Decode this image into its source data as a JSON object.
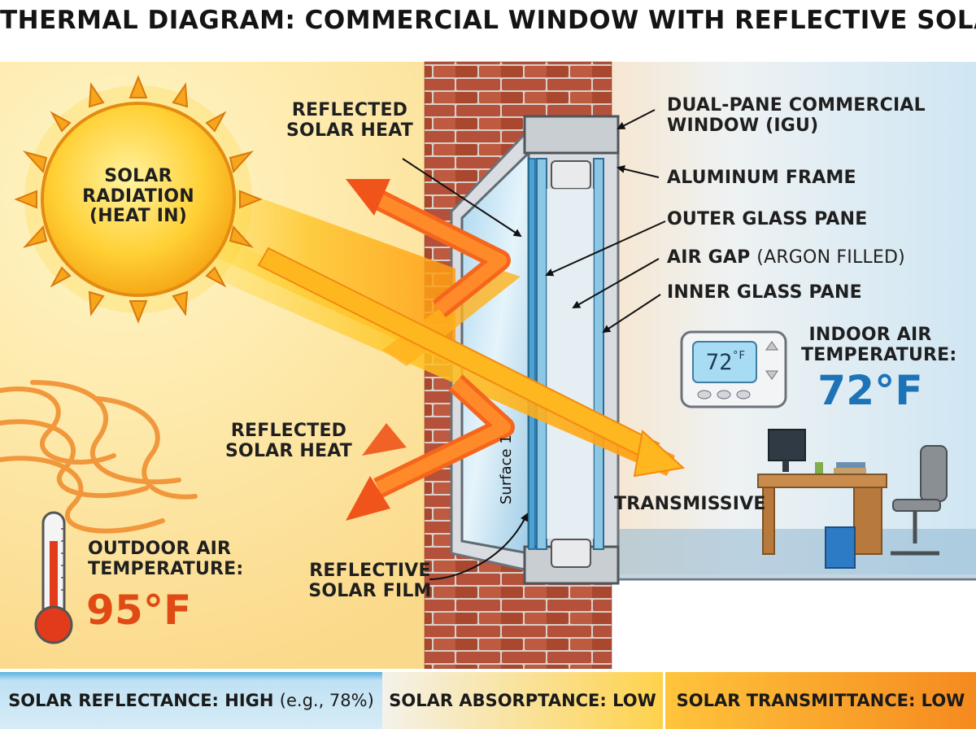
{
  "title": "THERMAL DIAGRAM: COMMERCIAL WINDOW WITH REFLECTIVE SOLAR FILM",
  "labels": {
    "sun": [
      "SOLAR",
      "RADIATION",
      "(HEAT IN)"
    ],
    "reflected_top": [
      "REFLECTED",
      "SOLAR HEAT"
    ],
    "reflected_bottom": [
      "REFLECTED",
      "SOLAR HEAT"
    ],
    "window": [
      "DUAL-PANE COMMERCIAL",
      "WINDOW (IGU)"
    ],
    "frame": "ALUMINUM FRAME",
    "outer_pane": "OUTER GLASS PANE",
    "air_gap": "AIR GAP",
    "air_gap_note": "(ARGON FILLED)",
    "inner_pane": "INNER GLASS PANE",
    "transmissive": "TRANSMISSIVE",
    "film": [
      "REFLECTIVE",
      "SOLAR FILM"
    ],
    "surface": "Surface 1",
    "outdoor": [
      "OUTDOOR AIR",
      "TEMPERATURE:"
    ],
    "outdoor_temp": "95°F",
    "indoor": [
      "INDOOR AIR",
      "TEMPERATURE:"
    ],
    "indoor_temp": "72°F",
    "thermostat_value": "72",
    "thermostat_unit": "°F"
  },
  "bands": {
    "reflectance": "SOLAR REFLECTANCE: HIGH",
    "reflectance_note": "(e.g., 78%)",
    "absorptance": "SOLAR ABSORPTANCE: LOW",
    "transmittance": "SOLAR TRANSMITTANCE: LOW"
  }
}
